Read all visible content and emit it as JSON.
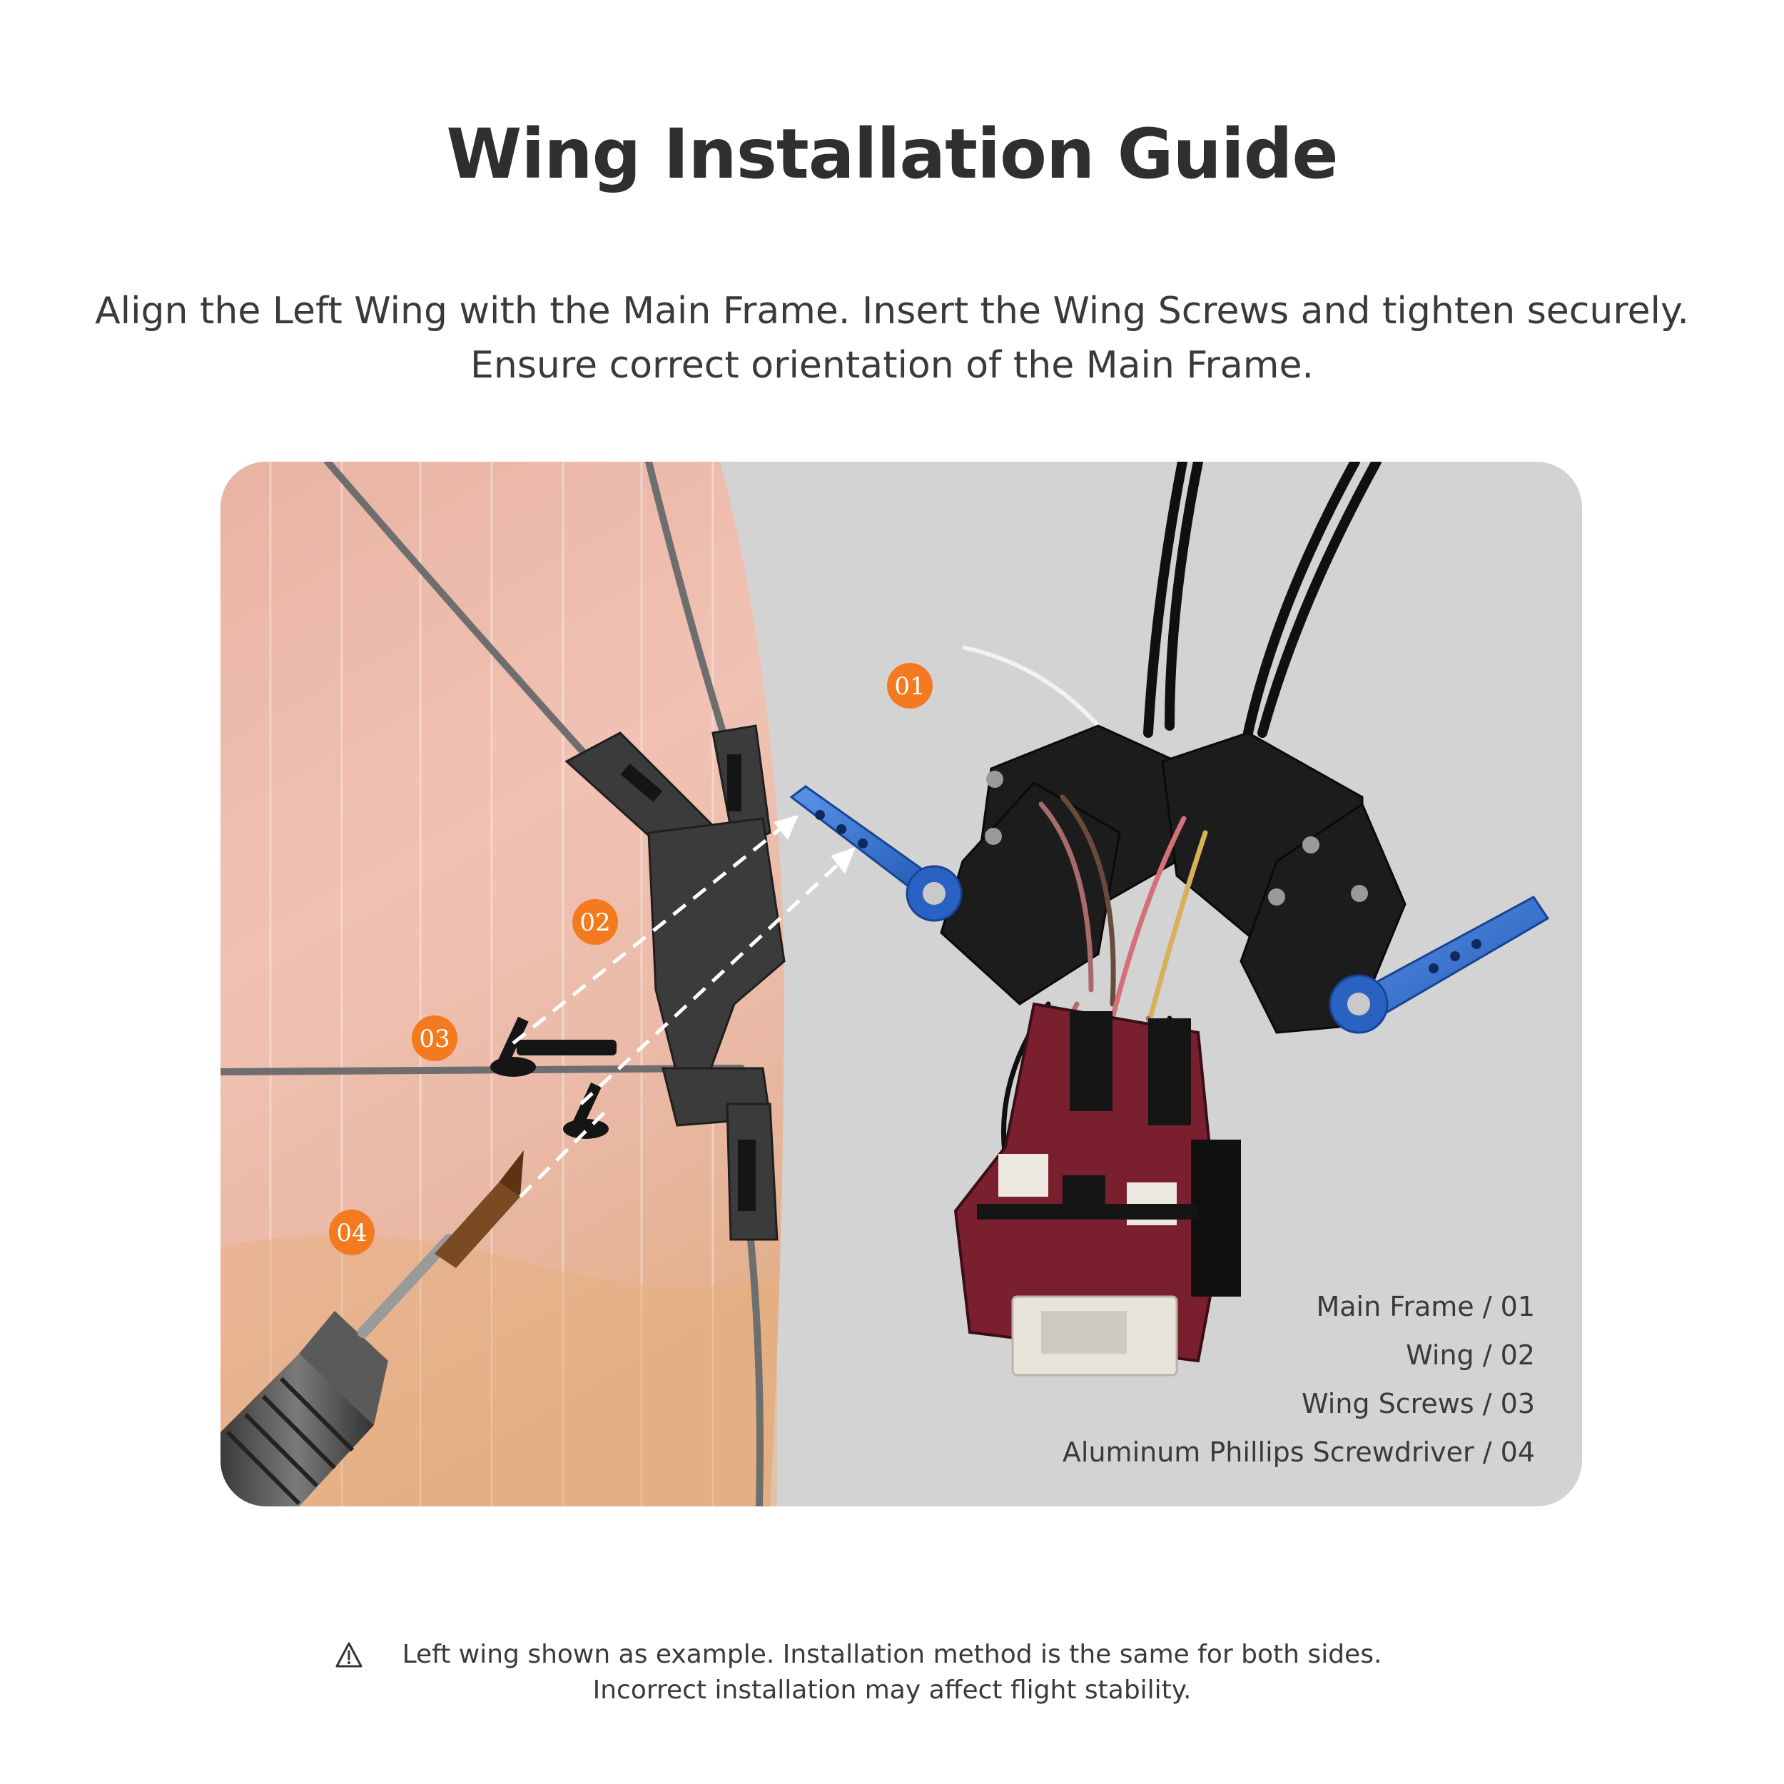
{
  "page": {
    "title": "Wing Installation Guide",
    "instructions": [
      "Align the Left Wing with the Main Frame. Insert the Wing Screws and tighten securely.",
      "Ensure correct orientation of the Main Frame."
    ]
  },
  "callouts": {
    "main_frame": "01",
    "wing": "02",
    "wing_screws": "03",
    "screwdriver": "04"
  },
  "legend": [
    "Main Frame / 01",
    "Wing / 02",
    "Wing Screws / 03",
    "Aluminum Phillips Screwdriver / 04"
  ],
  "note": {
    "icon": "warning-triangle-icon",
    "line1": "Left wing shown as example. Installation method is the same for both sides.",
    "line2": "Incorrect installation may affect flight stability."
  },
  "colors": {
    "badge": "#f47a1f",
    "arm_blue": "#2e6fd0",
    "pcb_red": "#7a1f2e",
    "wing_pink": "#e8b2a4"
  }
}
